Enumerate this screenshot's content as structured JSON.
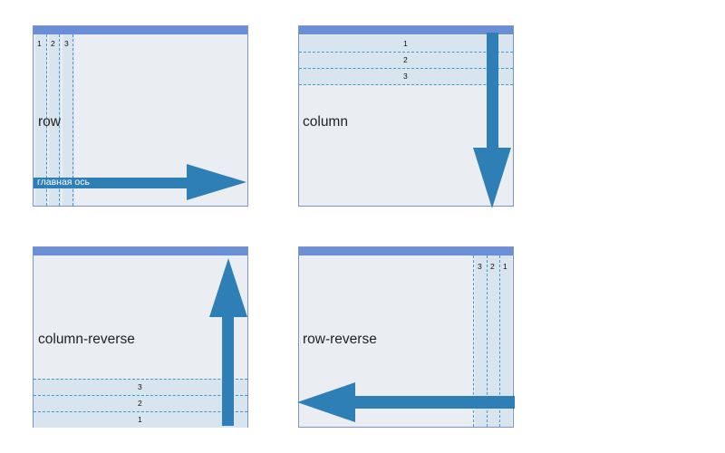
{
  "panels": [
    {
      "id": "row",
      "label": "row",
      "items": [
        "1",
        "2",
        "3"
      ],
      "axis_label": "главная ось"
    },
    {
      "id": "column",
      "label": "column",
      "items": [
        "1",
        "2",
        "3"
      ]
    },
    {
      "id": "column-reverse",
      "label": "column-reverse",
      "items": [
        "3",
        "2",
        "1"
      ]
    },
    {
      "id": "row-reverse",
      "label": "row-reverse",
      "items": [
        "3",
        "2",
        "1"
      ]
    }
  ],
  "colors": {
    "titlebar": "#6b8fd6",
    "arrow": "#2e7fb6",
    "dashed_line": "#3d9ad6",
    "panel_bg": "#eaeef2"
  }
}
